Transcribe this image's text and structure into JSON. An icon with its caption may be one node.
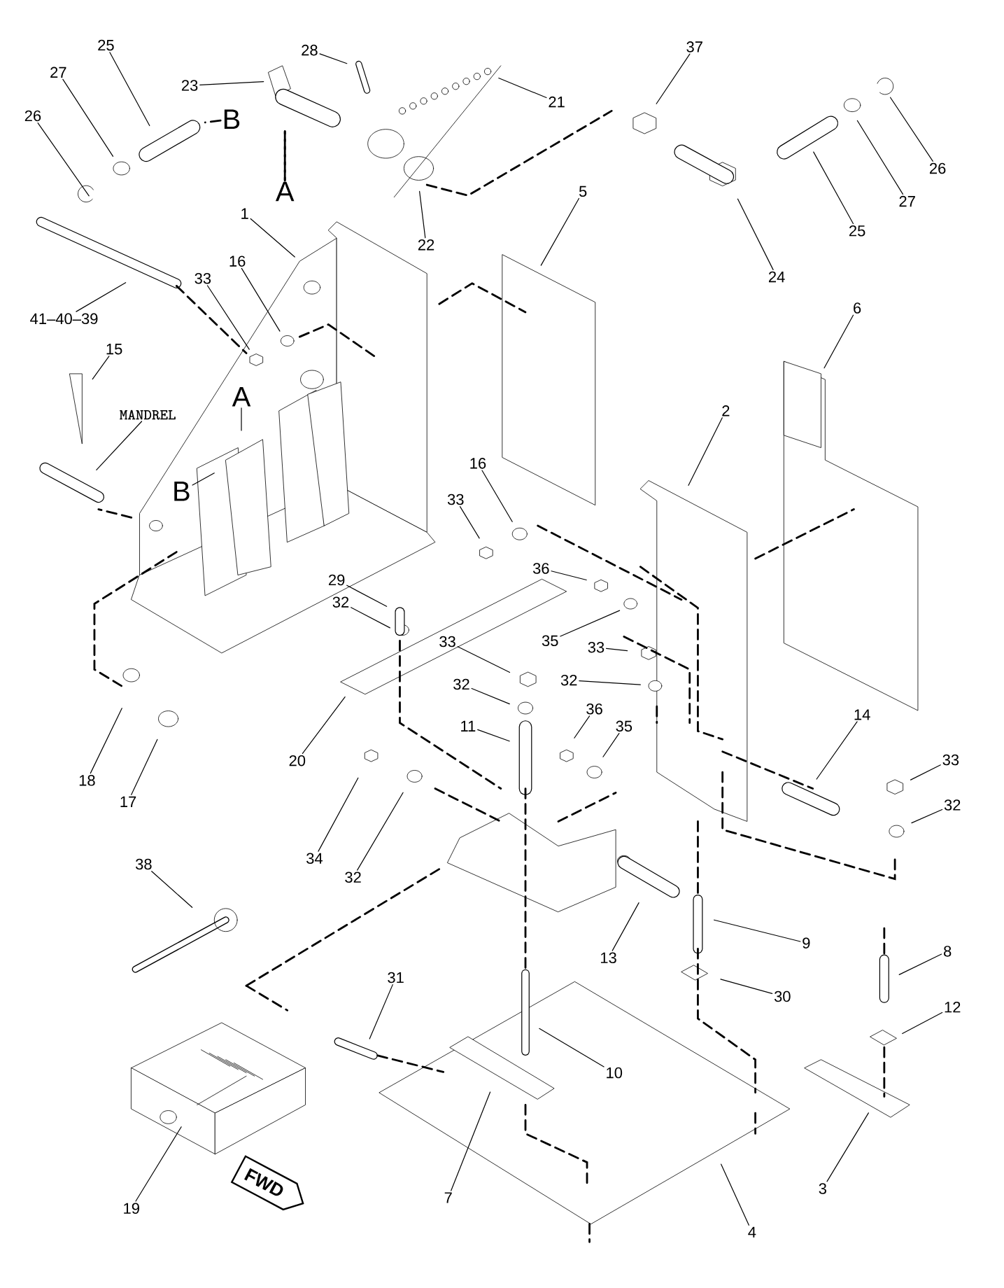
{
  "diagram": {
    "nodes": [
      {
        "text": [
          "28"
        ]
      },
      {
        "text": [
          "37"
        ]
      },
      {
        "text": [
          "25"
        ]
      },
      {
        "text": [
          "27"
        ]
      },
      {
        "text": [
          "23"
        ]
      },
      {
        "text": [
          "21"
        ]
      },
      {
        "text": [
          "B"
        ]
      },
      {
        "text": [
          "26"
        ]
      },
      {
        "text": [
          "26"
        ]
      },
      {
        "text": [
          "5"
        ]
      },
      {
        "text": [
          "A"
        ]
      },
      {
        "text": [
          "27"
        ]
      },
      {
        "text": [
          "1"
        ]
      },
      {
        "text": [
          "25"
        ]
      },
      {
        "text": [
          "22"
        ]
      },
      {
        "text": [
          "24"
        ]
      },
      {
        "text": [
          "33"
        ]
      },
      {
        "text": [
          "16"
        ]
      },
      {
        "text": [
          "6"
        ]
      },
      {
        "text": [
          "41–40–39"
        ]
      },
      {
        "text": [
          "15"
        ]
      },
      {
        "text": [
          "A"
        ]
      },
      {
        "text": [
          "2"
        ]
      },
      {
        "text": [
          "MANDREL"
        ]
      },
      {
        "text": [
          "16"
        ]
      },
      {
        "text": [
          "B"
        ]
      },
      {
        "text": [
          "33"
        ]
      },
      {
        "text": [
          "36"
        ]
      },
      {
        "text": [
          "29"
        ]
      },
      {
        "text": [
          "32"
        ]
      },
      {
        "text": [
          "33"
        ]
      },
      {
        "text": [
          "35"
        ]
      },
      {
        "text": [
          "33"
        ]
      },
      {
        "text": [
          "32"
        ]
      },
      {
        "text": [
          "32"
        ]
      },
      {
        "text": [
          "36"
        ]
      },
      {
        "text": [
          "35"
        ]
      },
      {
        "text": [
          "14"
        ]
      },
      {
        "text": [
          "11"
        ]
      },
      {
        "text": [
          "20"
        ]
      },
      {
        "text": [
          "33"
        ]
      },
      {
        "text": [
          "18"
        ]
      },
      {
        "text": [
          "17"
        ]
      },
      {
        "text": [
          "32"
        ]
      },
      {
        "text": [
          "34"
        ]
      },
      {
        "text": [
          "38"
        ]
      },
      {
        "text": [
          "32"
        ]
      },
      {
        "text": [
          "9"
        ]
      },
      {
        "text": [
          "8"
        ]
      },
      {
        "text": [
          "13"
        ]
      },
      {
        "text": [
          "31"
        ]
      },
      {
        "text": [
          "30"
        ]
      },
      {
        "text": [
          "12"
        ]
      },
      {
        "text": [
          "10"
        ]
      },
      {
        "text": [
          "3"
        ]
      },
      {
        "text": [
          "7"
        ]
      },
      {
        "text": [
          "19"
        ]
      },
      {
        "text": [
          "FWD"
        ]
      },
      {
        "text": [
          "4"
        ]
      }
    ],
    "edges": [
      {
        "from": 0,
        "to": null,
        "arrow": "none"
      },
      {
        "from": 1,
        "to": null,
        "arrow": "none"
      },
      {
        "from": 2,
        "to": null,
        "arrow": "none"
      },
      {
        "from": 3,
        "to": null,
        "arrow": "none"
      },
      {
        "from": 4,
        "to": null,
        "arrow": "none"
      },
      {
        "from": 5,
        "to": null,
        "arrow": "none"
      },
      {
        "from": 6,
        "to": null,
        "arrow": "none",
        "style": "dashed"
      },
      {
        "from": 7,
        "to": null,
        "arrow": "none"
      },
      {
        "from": 8,
        "to": null,
        "arrow": "none"
      },
      {
        "from": 9,
        "to": null,
        "arrow": "none"
      },
      {
        "from": 10,
        "to": null,
        "arrow": "none",
        "style": "dashed"
      },
      {
        "from": 11,
        "to": null,
        "arrow": "none"
      },
      {
        "from": 12,
        "to": null,
        "arrow": "none"
      },
      {
        "from": 13,
        "to": null,
        "arrow": "none"
      },
      {
        "from": 14,
        "to": null,
        "arrow": "none"
      },
      {
        "from": 15,
        "to": null,
        "arrow": "none"
      },
      {
        "from": 16,
        "to": null,
        "arrow": "none"
      },
      {
        "from": 17,
        "to": null,
        "arrow": "none"
      },
      {
        "from": 18,
        "to": null,
        "arrow": "none"
      },
      {
        "from": 19,
        "to": null,
        "arrow": "none"
      },
      {
        "from": 20,
        "to": null,
        "arrow": "none"
      },
      {
        "from": 21,
        "to": null,
        "arrow": "none"
      },
      {
        "from": 22,
        "to": null,
        "arrow": "none"
      },
      {
        "from": 23,
        "to": null,
        "arrow": "none"
      },
      {
        "from": 24,
        "to": null,
        "arrow": "none"
      },
      {
        "from": 25,
        "to": null,
        "arrow": "none"
      },
      {
        "from": 26,
        "to": null,
        "arrow": "none"
      },
      {
        "from": 27,
        "to": null,
        "arrow": "none"
      },
      {
        "from": 28,
        "to": null,
        "arrow": "none"
      },
      {
        "from": 29,
        "to": null,
        "arrow": "none"
      },
      {
        "from": 30,
        "to": null,
        "arrow": "none"
      },
      {
        "from": 31,
        "to": null,
        "arrow": "none"
      },
      {
        "from": 32,
        "to": null,
        "arrow": "none"
      },
      {
        "from": 33,
        "to": null,
        "arrow": "none"
      },
      {
        "from": 34,
        "to": null,
        "arrow": "none"
      },
      {
        "from": 35,
        "to": null,
        "arrow": "none"
      },
      {
        "from": 36,
        "to": null,
        "arrow": "none"
      },
      {
        "from": 37,
        "to": null,
        "arrow": "none"
      },
      {
        "from": 38,
        "to": null,
        "arrow": "none"
      },
      {
        "from": 39,
        "to": null,
        "arrow": "none"
      },
      {
        "from": 40,
        "to": null,
        "arrow": "none"
      },
      {
        "from": 41,
        "to": null,
        "arrow": "none"
      },
      {
        "from": 42,
        "to": null,
        "arrow": "none"
      },
      {
        "from": 43,
        "to": null,
        "arrow": "none"
      },
      {
        "from": 44,
        "to": null,
        "arrow": "none"
      },
      {
        "from": 45,
        "to": null,
        "arrow": "none"
      },
      {
        "from": 46,
        "to": null,
        "arrow": "none"
      },
      {
        "from": 47,
        "to": null,
        "arrow": "none"
      },
      {
        "from": 48,
        "to": null,
        "arrow": "none"
      },
      {
        "from": 49,
        "to": null,
        "arrow": "none"
      },
      {
        "from": 50,
        "to": null,
        "arrow": "none"
      },
      {
        "from": 51,
        "to": null,
        "arrow": "none"
      },
      {
        "from": 52,
        "to": null,
        "arrow": "none"
      },
      {
        "from": 53,
        "to": null,
        "arrow": "none"
      },
      {
        "from": 54,
        "to": null,
        "arrow": "none"
      },
      {
        "from": 55,
        "to": null,
        "arrow": "none"
      },
      {
        "from": 56,
        "to": null,
        "arrow": "none"
      },
      {
        "from": 58,
        "to": null,
        "arrow": "none"
      }
    ]
  }
}
